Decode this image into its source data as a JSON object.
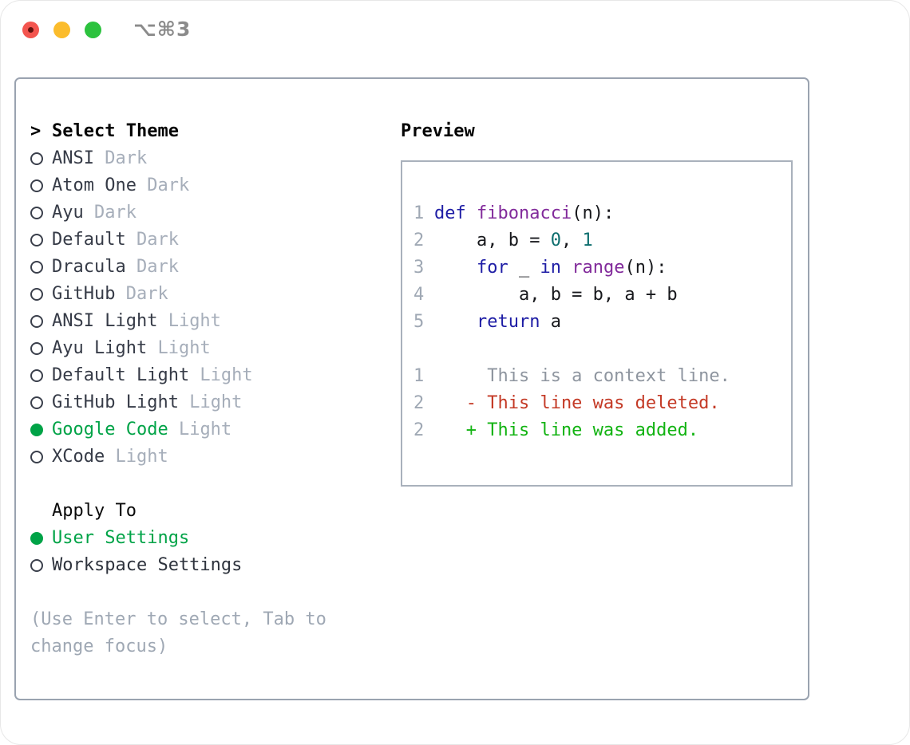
{
  "window": {
    "title": "⌥⌘3"
  },
  "theme_selector": {
    "cursor": ">",
    "heading": "Select Theme",
    "items": [
      {
        "name": "ANSI",
        "variant": "Dark",
        "selected": false
      },
      {
        "name": "Atom One",
        "variant": "Dark",
        "selected": false
      },
      {
        "name": "Ayu",
        "variant": "Dark",
        "selected": false
      },
      {
        "name": "Default",
        "variant": "Dark",
        "selected": false
      },
      {
        "name": "Dracula",
        "variant": "Dark",
        "selected": false
      },
      {
        "name": "GitHub",
        "variant": "Dark",
        "selected": false
      },
      {
        "name": "ANSI Light",
        "variant": "Light",
        "selected": false
      },
      {
        "name": "Ayu Light",
        "variant": "Light",
        "selected": false
      },
      {
        "name": "Default Light",
        "variant": "Light",
        "selected": false
      },
      {
        "name": "GitHub Light",
        "variant": "Light",
        "selected": false
      },
      {
        "name": "Google Code",
        "variant": "Light",
        "selected": true
      },
      {
        "name": "XCode",
        "variant": "Light",
        "selected": false
      }
    ]
  },
  "apply_to": {
    "heading": "Apply To",
    "options": [
      {
        "label": "User Settings",
        "selected": true
      },
      {
        "label": "Workspace Settings",
        "selected": false
      }
    ]
  },
  "help_text": "(Use Enter to select, Tab to change focus)",
  "preview": {
    "heading": "Preview",
    "lines": [
      {
        "no": "1",
        "tokens": [
          [
            "def",
            "kw"
          ],
          [
            " ",
            "pln"
          ],
          [
            "fibonacci",
            "fn"
          ],
          [
            "(n):",
            "pln"
          ]
        ]
      },
      {
        "no": "2",
        "tokens": [
          [
            "    a, b = ",
            "pln"
          ],
          [
            "0",
            "num"
          ],
          [
            ", ",
            "pln"
          ],
          [
            "1",
            "num"
          ]
        ]
      },
      {
        "no": "3",
        "tokens": [
          [
            "    ",
            "pln"
          ],
          [
            "for",
            "kw"
          ],
          [
            " _ ",
            "pln"
          ],
          [
            "in",
            "kw"
          ],
          [
            " ",
            "pln"
          ],
          [
            "range",
            "fn"
          ],
          [
            "(n):",
            "pln"
          ]
        ]
      },
      {
        "no": "4",
        "tokens": [
          [
            "        a, b = b, a + b",
            "pln"
          ]
        ]
      },
      {
        "no": "5",
        "tokens": [
          [
            "    ",
            "pln"
          ],
          [
            "return",
            "kw"
          ],
          [
            " a",
            "pln"
          ]
        ]
      },
      {
        "no": "",
        "tokens": []
      },
      {
        "no": "1",
        "tokens": [
          [
            "     This is a context line.",
            "ctx"
          ]
        ]
      },
      {
        "no": "2",
        "tokens": [
          [
            "   - This line was deleted.",
            "del"
          ]
        ]
      },
      {
        "no": "2",
        "tokens": [
          [
            "   + This line was added.",
            "add"
          ]
        ]
      }
    ]
  },
  "colors": {
    "accent_green": "#00a347",
    "diff_added_green": "#12b312",
    "diff_deleted_red": "#c43a26",
    "context_gray": "#8e959f",
    "keyword_blue": "#1e1da5",
    "function_purple": "#822b9b",
    "number_teal": "#0d6e6e",
    "muted_gray": "#a0a8b4",
    "panel_border": "#9aa3b0",
    "traffic_red": "#f3554f",
    "traffic_yellow": "#fbbc2c",
    "traffic_green": "#2cc23e"
  }
}
